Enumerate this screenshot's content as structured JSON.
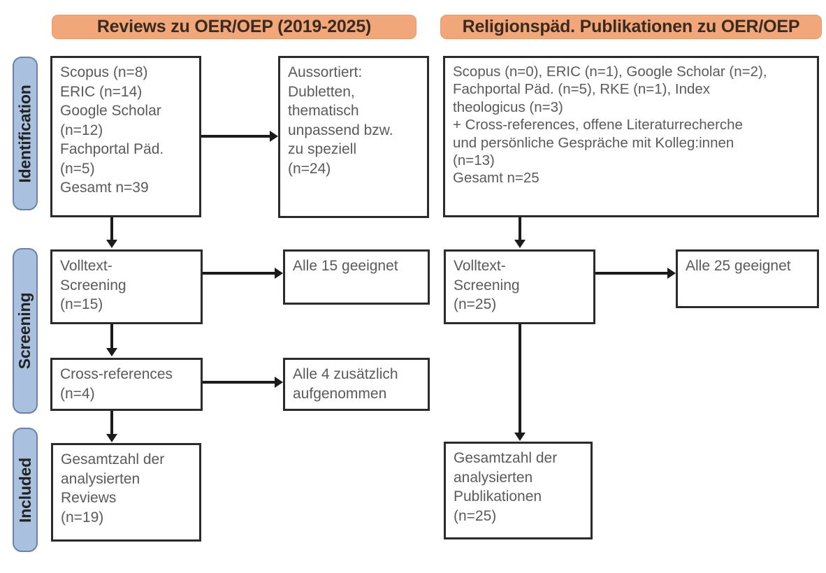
{
  "figure": {
    "type": "prisma-flow-diagram",
    "language": "de",
    "colors": {
      "header_fill": "#F2A77B",
      "stage_label_fill": "#A9C0DE",
      "stage_label_border": "#6B83A8",
      "box_border": "#2B2B2B",
      "box_text": "#5A5A5A",
      "connector": "#1B1B1B",
      "background": "#FFFFFF"
    }
  },
  "headers": {
    "left": "Reviews zu OER/OEP (2019-2025)",
    "right": "Religionspäd. Publikationen zu OER/OEP"
  },
  "stage_labels": {
    "identification": "Identification",
    "screening": "Screening",
    "included": "Included"
  },
  "columns": {
    "left": {
      "identification": "Scopus (n=8)\nERIC (n=14)\nGoogle Scholar\n(n=12)\nFachportal Päd.\n(n=5)\nGesamt n=39",
      "excluded": "Aussortiert:\nDubletten,\nthematisch\nunpassend bzw.\nzu speziell\n(n=24)",
      "screening": "Volltext-\nScreening\n(n=15)",
      "screening_outcome": "Alle 15 geeignet",
      "cross_references": "Cross-references\n(n=4)",
      "cross_references_outcome": "Alle 4 zusätzlich\naufgenommen",
      "included": "Gesamtzahl der\nanalysierten\nReviews\n(n=19)"
    },
    "right": {
      "identification": "Scopus (n=0), ERIC (n=1), Google Scholar (n=2),\nFachportal Päd. (n=5), RKE (n=1), Index\ntheologicus (n=3)\n+ Cross-references, offene Literaturrecherche\nund persönliche Gespräche mit Kolleg:innen\n(n=13)\nGesamt n=25",
      "screening": "Volltext-\nScreening\n(n=25)",
      "screening_outcome": "Alle 25 geeignet",
      "included": "Gesamtzahl der\nanalysierten\nPublikationen\n(n=25)"
    }
  },
  "counts": {
    "left_scopus": 8,
    "left_eric": 14,
    "left_google_scholar": 12,
    "left_fachportal": 5,
    "left_total": 39,
    "left_excluded": 24,
    "left_fulltext_screening": 15,
    "left_cross_references": 4,
    "left_included": 19,
    "right_scopus": 0,
    "right_eric": 1,
    "right_google_scholar": 2,
    "right_fachportal": 5,
    "right_rke": 1,
    "right_index_theologicus": 3,
    "right_additional": 13,
    "right_total": 25,
    "right_fulltext_screening": 25,
    "right_included": 25
  }
}
